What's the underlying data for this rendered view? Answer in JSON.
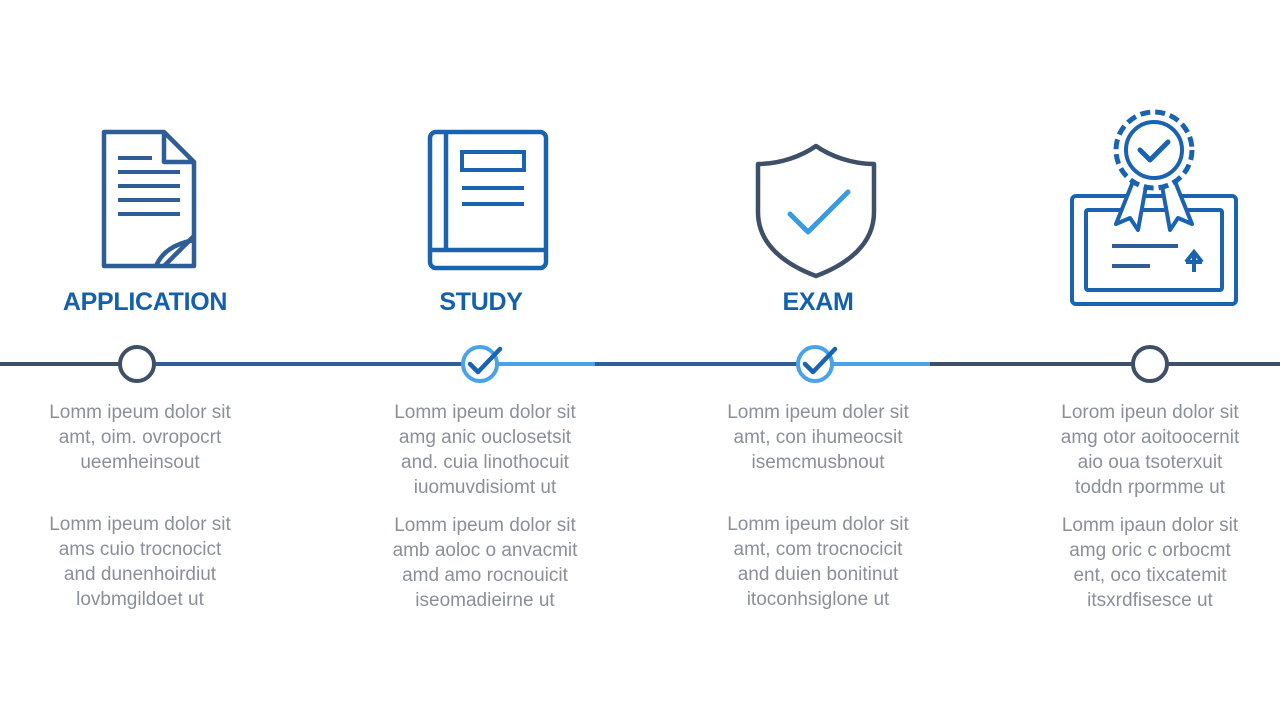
{
  "colors": {
    "navy": "#2f4f7a",
    "blue": "#1560ad",
    "light_blue": "#4aa3e8",
    "line_dark": "#3e5068",
    "text_gray": "#8a9099"
  },
  "stages": [
    {
      "title": "APPLICATION",
      "icon": "document-icon",
      "marker": "open",
      "paragraphs": [
        {
          "lines": [
            "Lomm ipeum dolor sit",
            "amt, oim. ovropocrt",
            "ueemheinsout"
          ]
        },
        {
          "lines": [
            "Lomm ipeum dolor sit",
            "ams cuio trocnocict",
            "and dunenhoirdiut",
            "lovbmgildoet ut"
          ]
        }
      ]
    },
    {
      "title": "STUDY",
      "icon": "book-icon",
      "marker": "check",
      "paragraphs": [
        {
          "lines": [
            "Lomm ipeum dolor sit",
            "amg anic ouclosetsit",
            "and. cuia linothocuit",
            "iuomuvdisiomt ut"
          ]
        },
        {
          "lines": [
            "Lomm ipeum dolor sit",
            "amb aoloc o anvacmit",
            "amd amo rocnouicit",
            "iseomadieirne ut"
          ]
        }
      ]
    },
    {
      "title": "EXAM",
      "icon": "shield-check-icon",
      "marker": "check",
      "paragraphs": [
        {
          "lines": [
            "Lomm ipeum doler sit",
            "amt, con ihumeocsit",
            "isemcmusbnout"
          ]
        },
        {
          "lines": [
            "Lomm ipeum dolor sit",
            "amt, com trocnocicit",
            "and duien bonitinut",
            "itoconhsiglone ut"
          ]
        }
      ]
    },
    {
      "title": "",
      "icon": "certificate-award-icon",
      "marker": "open",
      "paragraphs": [
        {
          "lines": [
            "Lorom ipeun dolor sit",
            "amg otor aoitoocernit",
            "aio oua tsoterxuit",
            "toddn rpormme ut"
          ]
        },
        {
          "lines": [
            "Lomm ipaun dolor sit",
            "amg oric c orbocmt",
            "ent, oco tixcatemit",
            "itsxrdfisesce ut"
          ]
        }
      ]
    }
  ]
}
